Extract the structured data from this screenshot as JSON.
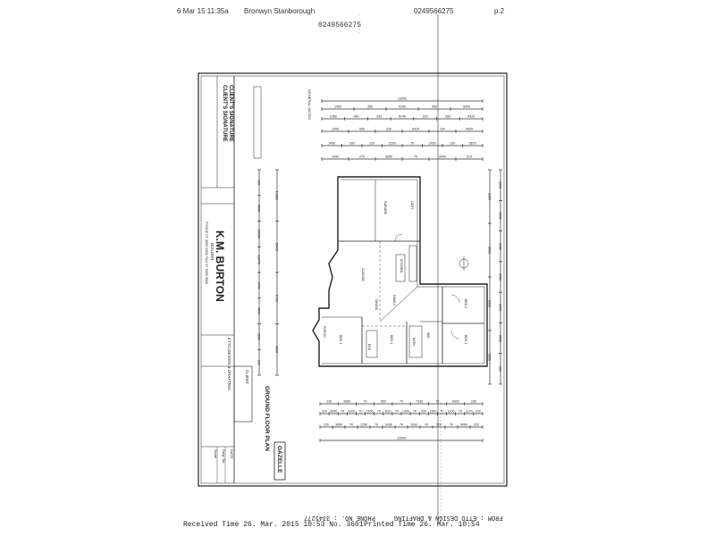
{
  "fax_header": {
    "date_time": "6 Mar 15 11:35a",
    "sender": "Bronwyn Stanborough",
    "fax_number": "0249566275",
    "page": "p.2",
    "fax_number_secondary": "0249566275"
  },
  "fax_footer": {
    "received": "Received Time 26. Mar. 2015 10:53 No. 3601",
    "printed": "Printed Time 26. Mar. 10:54",
    "from_mirrored": "FROM : ETTO DESIGN & DRAFTING     PHONE NO. : 3345277"
  },
  "title_block": {
    "client_signature_1": "CLIENT'S SIGNATURE",
    "client_signature_2": "CLIENT'S SIGNATURE",
    "builder_name": "K.M. BURTON",
    "builder_sub": "BUILDER",
    "builder_contact": "PHONE 07 3000 0000  FAX 07 3000 0000",
    "designer": "ETTO DESIGN & DRAFTING",
    "client_label": "CLIENT",
    "date_label": "DATE",
    "dwg_label": "Dwg. No.",
    "scale_label": "Scale",
    "section_label": "GENERAL NOTES",
    "plan_title": "GROUND FLOOR PLAN",
    "design_name": "GAZELLE"
  },
  "dimensions": {
    "top_rows": [
      [
        "13000"
      ],
      [
        "1450",
        "350",
        "9150",
        "450",
        "5400"
      ],
      [
        "1450",
        "340",
        "230",
        "5740",
        "220",
        "650",
        "5420"
      ],
      [
        "1450",
        "500",
        "220",
        "6910",
        "120",
        "5420"
      ],
      [
        "1450",
        "300",
        "220",
        "3200",
        "70",
        "2430",
        "120",
        "5670"
      ],
      [
        "1490",
        "270",
        "6650",
        "70",
        "3000",
        "310"
      ]
    ],
    "bottom_rows": [
      [
        "230",
        "3650",
        "70",
        "650",
        "70",
        "7230",
        "70",
        "3000",
        "230"
      ],
      [
        "220",
        "3650",
        "70",
        "1200",
        "70",
        "1500",
        "70",
        "1110",
        "70",
        "1330",
        "70",
        "520",
        "1500",
        "70",
        "1100",
        "70",
        "1170",
        "220"
      ],
      [
        "220",
        "3600",
        "70",
        "1250",
        "70",
        "2430",
        "70",
        "1930",
        "70",
        "520",
        "70",
        "3000",
        "220"
      ],
      [
        "13000"
      ]
    ],
    "left_rows": [
      "220",
      "5000",
      "10300",
      "13470",
      "1700",
      "4600",
      "3500",
      "220"
    ],
    "right_rows": [
      "2600",
      "3500",
      "3900",
      "3950",
      "2450",
      "3030",
      "220"
    ]
  },
  "rooms": [
    "GARAGE",
    "LOUNGE",
    "KITCHEN",
    "FAMILY",
    "DINING",
    "BED 1",
    "BED 2",
    "BED 3",
    "BED 4",
    "ENS",
    "BATH",
    "LDRY",
    "WIR",
    "PORCH"
  ]
}
